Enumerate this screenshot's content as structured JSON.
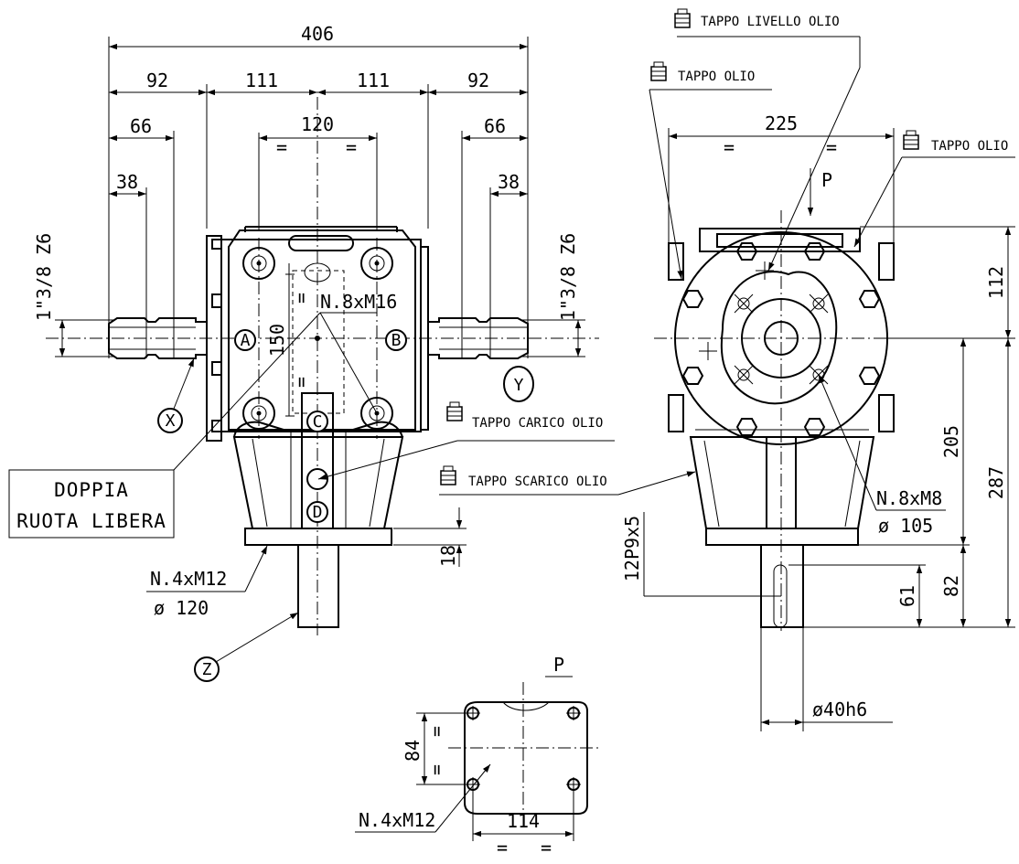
{
  "dimensions": {
    "overall_width": "406",
    "outer_left": "92",
    "inner_left": "111",
    "inner_right": "111",
    "outer_right": "92",
    "bolt_spacing": "120",
    "shaft_left_66": "66",
    "shaft_right_66": "66",
    "shaft_left_38": "38",
    "shaft_right_38": "38",
    "vertical_150": "150",
    "flange_18": "18",
    "side_width": "225",
    "side_112": "112",
    "side_205": "205",
    "side_287": "287",
    "side_82": "82",
    "side_61": "61",
    "p_84": "84",
    "p_114": "114",
    "equal": "="
  },
  "labels": {
    "thread_left": "1\"3/8 Z6",
    "thread_right": "1\"3/8 Z6",
    "bolts_m16": "N.8xM16",
    "bolts_m12_front": "N.4xM12",
    "diameter_120": "ø 120",
    "bolts_m8": "N.8xM8",
    "diameter_105": "ø 105",
    "key": "12P9x5",
    "shaft_dia": "ø40h6",
    "bolts_m12_p": "N.4xM12",
    "view_p_arrow": "P",
    "view_p_title": "P"
  },
  "callouts": {
    "livello": "TAPPO LIVELLO OLIO",
    "tappo_olio_1": "TAPPO OLIO",
    "tappo_olio_2": "TAPPO OLIO",
    "carico": "TAPPO CARICO OLIO",
    "scarico": "TAPPO SCARICO OLIO"
  },
  "markers": {
    "A": "A",
    "B": "B",
    "C": "C",
    "D": "D",
    "X": "X",
    "Y": "Y",
    "Z": "Z"
  },
  "box_text": {
    "line1": "DOPPIA",
    "line2": "RUOTA LIBERA"
  },
  "icons": [
    "oil-plug-icon"
  ]
}
